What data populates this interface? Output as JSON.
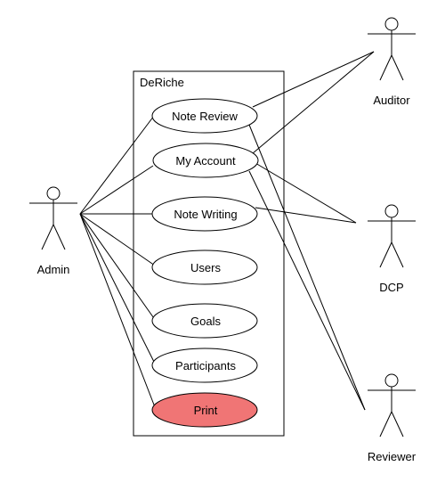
{
  "system": {
    "name": "DeRiche"
  },
  "actors": {
    "admin": "Admin",
    "auditor": "Auditor",
    "dcp": "DCP",
    "reviewer": "Reviewer"
  },
  "use_cases": {
    "note_review": "Note Review",
    "my_account": "My Account",
    "note_writing": "Note Writing",
    "users": "Users",
    "goals": "Goals",
    "participants": "Participants",
    "print": "Print"
  },
  "colors": {
    "highlight": "#f07575"
  }
}
